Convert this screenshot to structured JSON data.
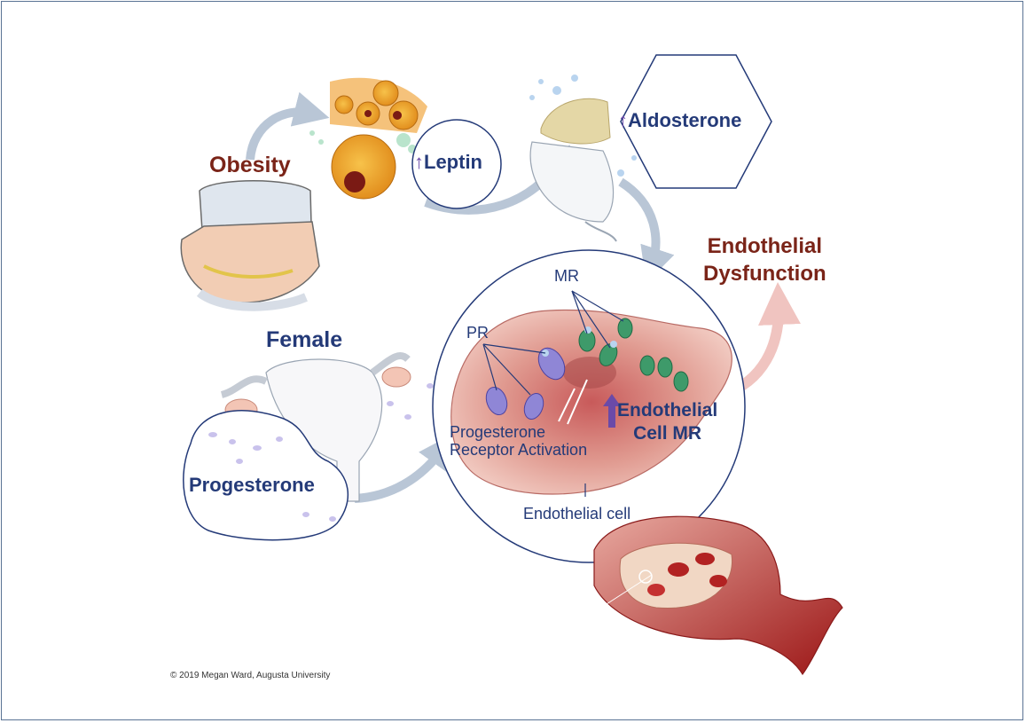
{
  "labels": {
    "obesity": "Obesity",
    "leptin": "Leptin",
    "aldosterone": "Aldosterone",
    "endothelial_dysfunction_line1": "Endothelial",
    "endothelial_dysfunction_line2": "Dysfunction",
    "female": "Female",
    "progesterone": "Progesterone",
    "mr": "MR",
    "pr": "PR",
    "pr_activation_line1": "Progesterone",
    "pr_activation_line2": "Receptor Activation",
    "endothelial_cell_mr_line1": "Endothelial",
    "endothelial_cell_mr_line2": "Cell MR",
    "endothelial_cell": "Endothelial cell",
    "up_arrow": "↑"
  },
  "credit": "© 2019 Megan Ward, Augusta University",
  "colors": {
    "maroon": "#7a2418",
    "navy": "#243a78",
    "purple": "#6a4aa8",
    "arrow_gray": "#b9c6d6",
    "arrow_pink": "#f0c4c0",
    "frame": "#5a7394"
  },
  "icons": [
    "fat-cell-icon",
    "woman-torso-icon",
    "adrenal-gland-icon",
    "uterus-icon",
    "blood-vessel-icon",
    "endothelial-cell-icon",
    "receptor-icon"
  ]
}
